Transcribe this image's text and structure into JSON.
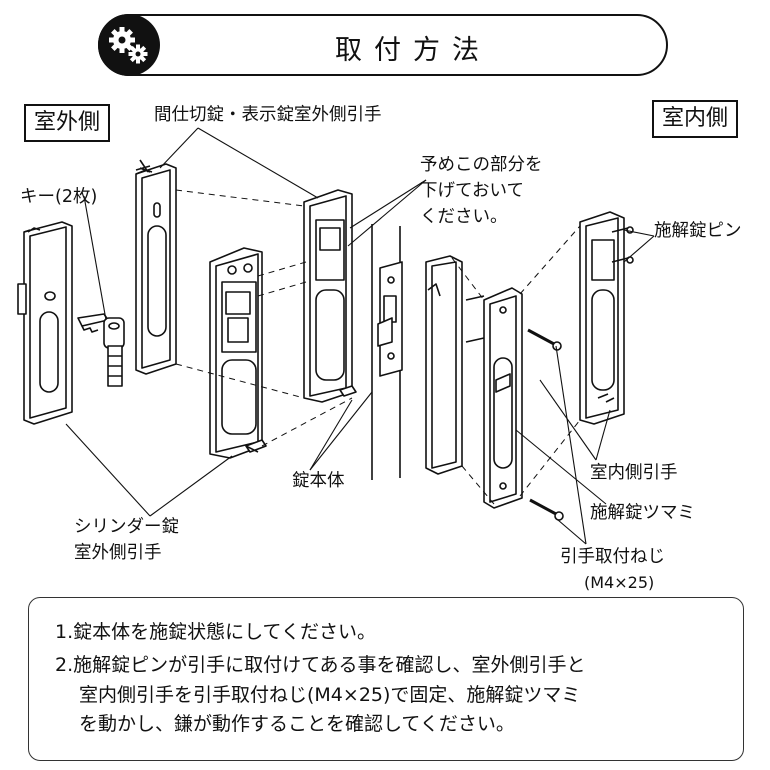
{
  "header": {
    "title": "取付方法",
    "icon": "gear-icon"
  },
  "side_labels": {
    "outdoor": "室外側",
    "indoor": "室内側"
  },
  "labels": {
    "partition_handle": "間仕切錠・表示錠室外側引手",
    "key": "キー(2枚)",
    "lower_note_line1": "予めこの部分を",
    "lower_note_line2": "下げておいて",
    "lower_note_line3": "ください。",
    "release_pin": "施解錠ピン",
    "lock_body": "錠本体",
    "cylinder_line1": "シリンダー錠",
    "cylinder_line2": "室外側引手",
    "indoor_handle": "室内側引手",
    "release_knob": "施解錠ツマミ",
    "screw_line1": "引手取付ねじ",
    "screw_line2": "(M4×25)"
  },
  "instructions": {
    "step1": "1.錠本体を施錠状態にしてください。",
    "step2_line1": "2.施解錠ピンが引手に取付けてある事を確認し、室外側引手と",
    "step2_line2": "室内側引手を引手取付ねじ(M4×25)で固定、施解錠ツマミ",
    "step2_line3": "を動かし、鎌が動作することを確認してください。"
  }
}
